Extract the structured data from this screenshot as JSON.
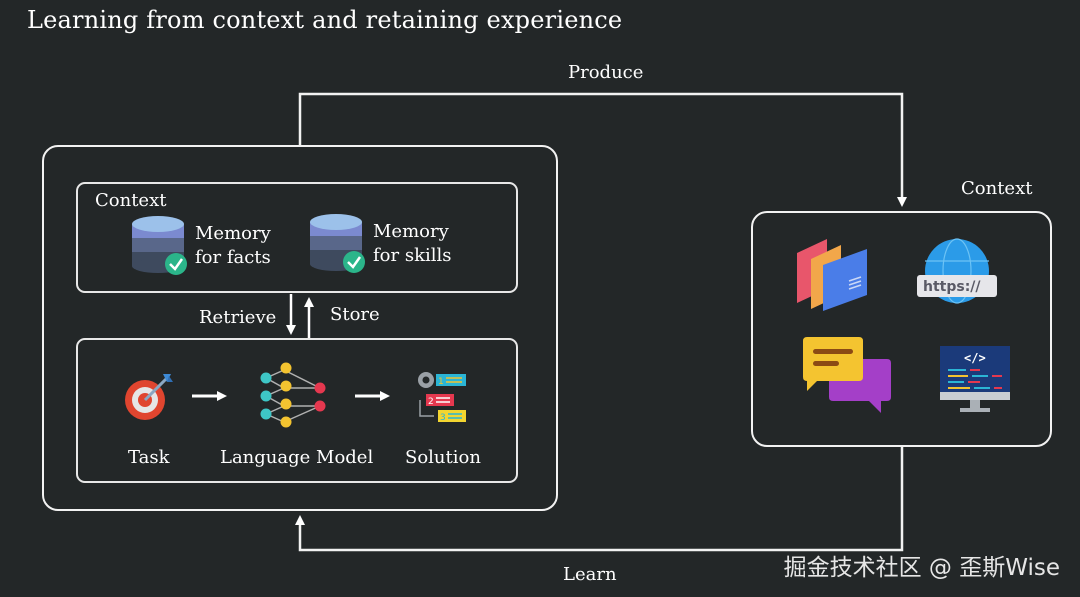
{
  "title": "Learning from context and retaining experience",
  "flows": {
    "produce": "Produce",
    "learn": "Learn",
    "retrieve": "Retrieve",
    "store": "Store"
  },
  "agent": {
    "context_box": {
      "label": "Context",
      "memories": [
        {
          "line1": "Memory",
          "line2": "for facts",
          "icon": "database-check-icon"
        },
        {
          "line1": "Memory",
          "line2": "for skills",
          "icon": "database-check-icon"
        }
      ]
    },
    "pipeline": [
      {
        "label": "Task",
        "icon": "target-dart-icon"
      },
      {
        "label": "Language Model",
        "icon": "neural-network-icon"
      },
      {
        "label": "Solution",
        "icon": "steps-list-icon"
      }
    ]
  },
  "external_context": {
    "label": "Context",
    "sources": [
      {
        "name": "documents",
        "icon": "folders-icon"
      },
      {
        "name": "web",
        "icon": "globe-https-icon",
        "text": "https://"
      },
      {
        "name": "chat",
        "icon": "chat-bubbles-icon"
      },
      {
        "name": "code",
        "icon": "code-monitor-icon",
        "text": "</>"
      }
    ]
  },
  "watermark": "掘金技术社区 @ 歪斯Wise"
}
